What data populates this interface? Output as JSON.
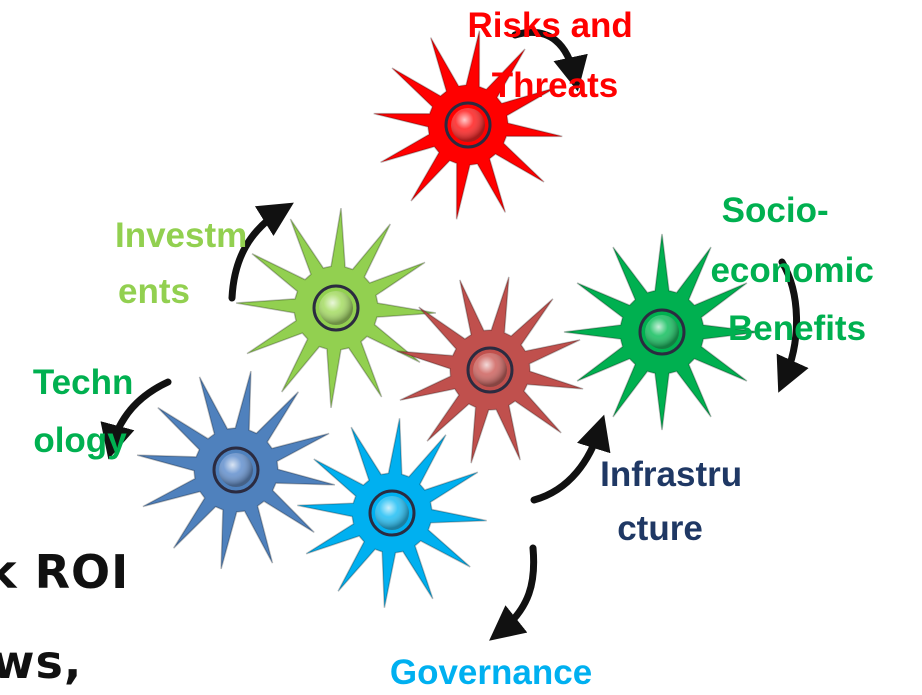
{
  "background": "#ffffff",
  "partial_text": {
    "line1": "k ROI",
    "line2": "ws,"
  },
  "gears": [
    {
      "id": "risks",
      "label_lines": [
        "Risks and",
        "Threats"
      ],
      "fill": "#ff0000",
      "hub": "#ff2a2a",
      "label_color": "#ff0000"
    },
    {
      "id": "investments",
      "label_lines": [
        "Investm",
        "ents"
      ],
      "fill": "#92d050",
      "hub": "#a9dd6a",
      "label_color": "#92d050"
    },
    {
      "id": "center",
      "label_lines": [],
      "fill": "#c0504d",
      "hub": "#d06a66",
      "label_color": "#c0504d"
    },
    {
      "id": "socio",
      "label_lines": [
        "Socio-",
        "economic",
        "Benefits"
      ],
      "fill": "#00b050",
      "hub": "#1fc266",
      "label_color": "#00b050"
    },
    {
      "id": "technology",
      "label_lines": [
        "Techn",
        "ology"
      ],
      "fill": "#4f81bd",
      "hub": "#6a95d0",
      "label_color": "#00b050"
    },
    {
      "id": "governance",
      "label_lines": [
        "Governance"
      ],
      "fill": "#00b0f0",
      "hub": "#2cc2f5",
      "label_color": "#00b0f0"
    },
    {
      "id": "infrastructure",
      "label_lines": [
        "Infrastru",
        "cture"
      ],
      "fill": "#1f3864",
      "hub": "#1f3864",
      "label_color": "#1f3864"
    }
  ]
}
